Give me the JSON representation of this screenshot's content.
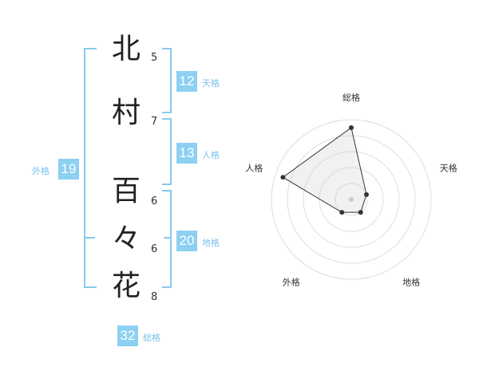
{
  "name": {
    "chars": [
      {
        "char": "北",
        "strokes": "5"
      },
      {
        "char": "村",
        "strokes": "7"
      },
      {
        "char": "百",
        "strokes": "6"
      },
      {
        "char": "々",
        "strokes": "6"
      },
      {
        "char": "花",
        "strokes": "8"
      }
    ]
  },
  "fortune": {
    "tenkaku": {
      "value": "12",
      "label": "天格"
    },
    "jinkaku": {
      "value": "13",
      "label": "人格"
    },
    "chikaku": {
      "value": "20",
      "label": "地格"
    },
    "gaikaku": {
      "value": "19",
      "label": "外格"
    },
    "soukaku": {
      "value": "32",
      "label": "総格"
    }
  },
  "colors": {
    "accent": "#8dd0f2",
    "bracket": "#88c9ef",
    "label": "#7bc2ea"
  },
  "chart_data": {
    "type": "radar",
    "axes": [
      "総格",
      "天格",
      "地格",
      "外格",
      "人格"
    ],
    "levels": 5,
    "range": [
      0,
      5
    ],
    "values": [
      4.5,
      1,
      1,
      1,
      4.5
    ]
  }
}
